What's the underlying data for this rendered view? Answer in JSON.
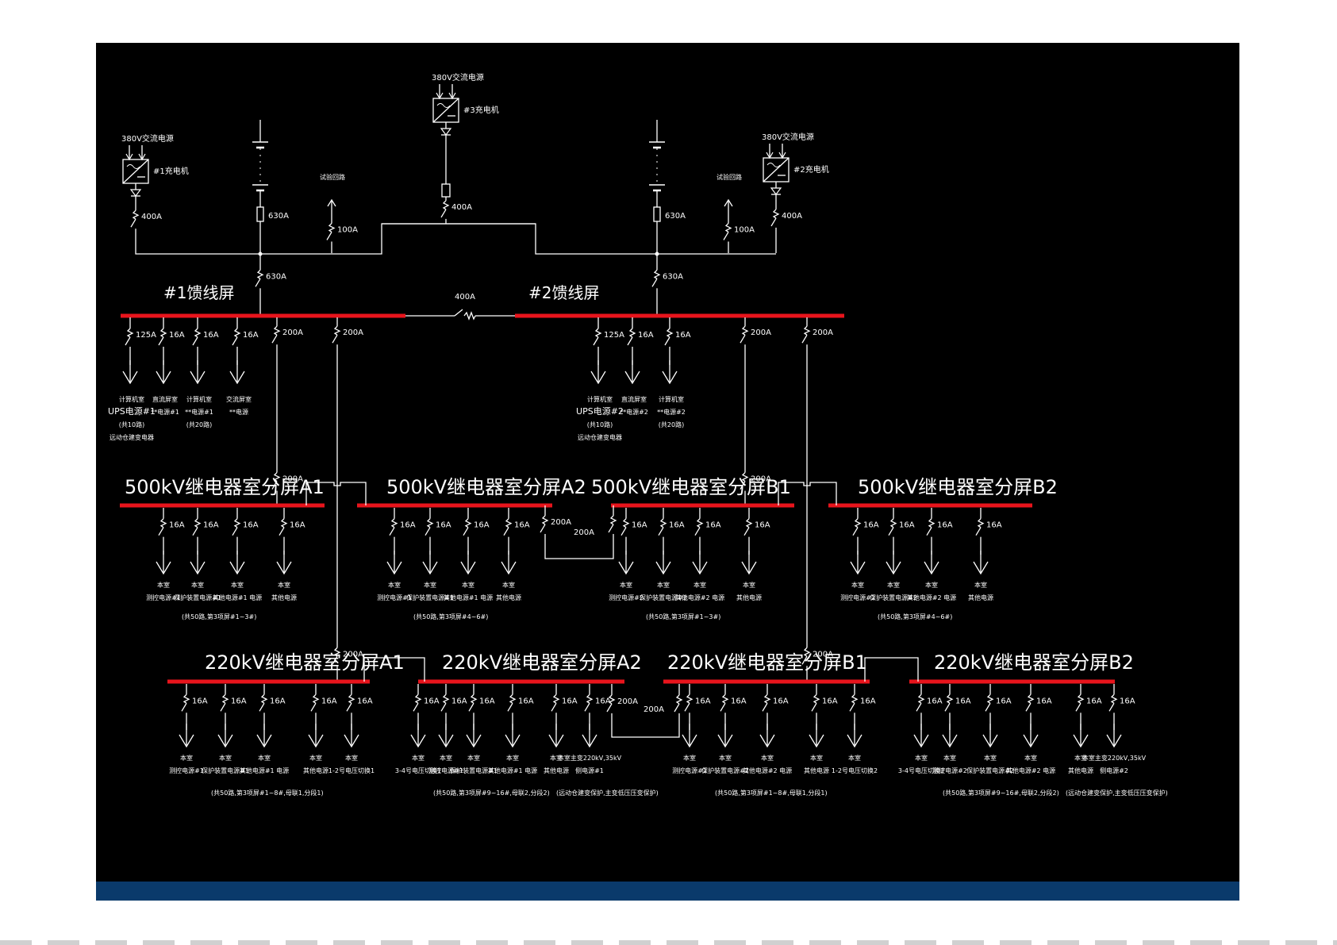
{
  "colors": {
    "background": "#000000",
    "line": "#ffffff",
    "bus": "#e8141c",
    "footer": "#0a3a6b"
  },
  "sources": {
    "chargers": [
      {
        "id": "c1",
        "ac_input": "380V交流电源",
        "label": "#1充电机",
        "breaker": "400A"
      },
      {
        "id": "c3",
        "ac_input": "380V交流电源",
        "label": "#3充电机",
        "breaker": "400A"
      },
      {
        "id": "c2",
        "ac_input": "380V交流电源",
        "label": "#2充电机",
        "breaker": "400A"
      }
    ],
    "batteries": [
      {
        "id": "b1",
        "fuse": "630A"
      },
      {
        "id": "b2",
        "fuse": "630A"
      }
    ],
    "test_circuits": [
      {
        "id": "t1",
        "label": "试验回路",
        "breaker": "100A"
      },
      {
        "id": "t2",
        "label": "试验回路",
        "breaker": "100A"
      }
    ],
    "incoming_breakers": [
      "630A",
      "630A"
    ]
  },
  "feeder_screens": {
    "s1": {
      "title": "#1馈线屏"
    },
    "s2": {
      "title": "#2馈线屏"
    },
    "tie_breaker": "400A"
  },
  "feeder1_branches": [
    {
      "breaker": "125A",
      "lines": [
        "计算机室",
        "UPS电源#1",
        "(共10路)",
        "远动仓建变电器"
      ]
    },
    {
      "breaker": "16A",
      "lines": [
        "直流屏室",
        "**电源#1"
      ]
    },
    {
      "breaker": "16A",
      "lines": [
        "计算机室",
        "**电源#1",
        "(共20路)"
      ]
    },
    {
      "breaker": "16A",
      "lines": [
        "交流屏室",
        "**电源"
      ]
    },
    {
      "breaker": "200A",
      "lines": []
    },
    {
      "breaker": "200A",
      "lines": []
    }
  ],
  "feeder2_branches": [
    {
      "breaker": "125A",
      "lines": [
        "计算机室",
        "UPS电源#2",
        "(共10路)",
        "远动仓建变电器"
      ]
    },
    {
      "breaker": "16A",
      "lines": [
        "直流屏室",
        "**电源#2"
      ]
    },
    {
      "breaker": "16A",
      "lines": [
        "计算机室",
        "**电源#2",
        "(共20路)"
      ]
    },
    {
      "breaker": "200A",
      "lines": []
    },
    {
      "breaker": "200A",
      "lines": []
    }
  ],
  "bus500": {
    "a1": {
      "title": "500kV继电器室分屏A1",
      "incoming": "200A",
      "branches": [
        {
          "breaker": "16A",
          "lines": [
            "本室",
            "测控电源#1"
          ]
        },
        {
          "breaker": "16A",
          "lines": [
            "本室",
            "保护装置电源#1"
          ]
        },
        {
          "breaker": "16A",
          "lines": [
            "本室",
            "其他电源#1 电源"
          ]
        },
        {
          "breaker": "16A",
          "lines": [
            "本室",
            "其他电源"
          ]
        }
      ],
      "note": "(共50路,第3项屏#1~3#)"
    },
    "a2": {
      "title": "500kV继电器室分屏A2",
      "branches": [
        {
          "breaker": "16A",
          "lines": [
            "本室",
            "测控电源#1"
          ]
        },
        {
          "breaker": "16A",
          "lines": [
            "本室",
            "保护装置电源#1"
          ]
        },
        {
          "breaker": "16A",
          "lines": [
            "本室",
            "其他电源#1 电源"
          ]
        },
        {
          "breaker": "16A",
          "lines": [
            "本室",
            "其他电源"
          ]
        }
      ],
      "note": "(共50路,第3项屏#4~6#)"
    },
    "b1": {
      "title": "500kV继电器室分屏B1",
      "incoming": "200A",
      "branches": [
        {
          "breaker": "16A",
          "lines": [
            "本室",
            "测控电源#2"
          ]
        },
        {
          "breaker": "16A",
          "lines": [
            "本室",
            "保护装置电源#2"
          ]
        },
        {
          "breaker": "16A",
          "lines": [
            "本室",
            "其他电源#2 电源"
          ]
        },
        {
          "breaker": "16A",
          "lines": [
            "本室",
            "其他电源"
          ]
        }
      ],
      "note": "(共50路,第3项屏#1~3#)"
    },
    "b2": {
      "title": "500kV继电器室分屏B2",
      "branches": [
        {
          "breaker": "16A",
          "lines": [
            "本室",
            "测控电源#2"
          ]
        },
        {
          "breaker": "16A",
          "lines": [
            "本室",
            "保护装置电源#2"
          ]
        },
        {
          "breaker": "16A",
          "lines": [
            "本室",
            "其他电源#2 电源"
          ]
        },
        {
          "breaker": "16A",
          "lines": [
            "本室",
            "其他电源"
          ]
        }
      ],
      "note": "(共50路,第3项屏#4~6#)"
    },
    "link_breakers": [
      "200A",
      "200A"
    ]
  },
  "bus220": {
    "a1": {
      "title": "220kV继电器室分屏A1",
      "incoming": "200A",
      "branches": [
        {
          "breaker": "16A",
          "lines": [
            "本室",
            "测控电源#1"
          ]
        },
        {
          "breaker": "16A",
          "lines": [
            "本室",
            "保护装置电源#1"
          ]
        },
        {
          "breaker": "16A",
          "lines": [
            "本室",
            "其他电源#1 电源"
          ]
        },
        {
          "breaker": "16A",
          "lines": [
            "本室",
            "其他电源"
          ]
        },
        {
          "breaker": "16A",
          "lines": [
            "本室",
            "1-2号电压切换1"
          ]
        }
      ],
      "note": "(共50路,第3项屏#1~8#,母联1,分段1)"
    },
    "a2": {
      "title": "220kV继电器室分屏A2",
      "branches": [
        {
          "breaker": "16A",
          "lines": [
            "本室",
            "3-4号电压切换1"
          ]
        },
        {
          "breaker": "16A",
          "lines": [
            "本室",
            "测控电源#1"
          ]
        },
        {
          "breaker": "16A",
          "lines": [
            "本室",
            "保护装置电源#1"
          ]
        },
        {
          "breaker": "16A",
          "lines": [
            "本室",
            "其他电源#1 电源"
          ]
        },
        {
          "breaker": "16A",
          "lines": [
            "本室",
            "其他电源"
          ]
        },
        {
          "breaker": "16A",
          "lines": [
            "本室主变220kV,35kV",
            "侧电源#1"
          ]
        }
      ],
      "note": "(共50路,第3项屏#9~16#,母联2,分段2)",
      "note2": "(远动仓建变保护,主变低压压变保护)"
    },
    "b1": {
      "title": "220kV继电器室分屏B1",
      "incoming": "200A",
      "branches": [
        {
          "breaker": "16A",
          "lines": [
            "本室",
            "测控电源#2"
          ]
        },
        {
          "breaker": "16A",
          "lines": [
            "本室",
            "保护装置电源#2"
          ]
        },
        {
          "breaker": "16A",
          "lines": [
            "本室",
            "其他电源#2 电源"
          ]
        },
        {
          "breaker": "16A",
          "lines": [
            "本室",
            "其他电源"
          ]
        },
        {
          "breaker": "16A",
          "lines": [
            "本室",
            "1-2号电压切换2"
          ]
        }
      ],
      "note": "(共50路,第3项屏#1~8#,母联1,分段1)"
    },
    "b2": {
      "title": "220kV继电器室分屏B2",
      "branches": [
        {
          "breaker": "16A",
          "lines": [
            "本室",
            "3-4号电压切换2"
          ]
        },
        {
          "breaker": "16A",
          "lines": [
            "本室",
            "测控电源#2"
          ]
        },
        {
          "breaker": "16A",
          "lines": [
            "本室",
            "保护装置电源#2"
          ]
        },
        {
          "breaker": "16A",
          "lines": [
            "本室",
            "其他电源#2 电源"
          ]
        },
        {
          "breaker": "16A",
          "lines": [
            "本室",
            "其他电源"
          ]
        },
        {
          "breaker": "16A",
          "lines": [
            "本室主变220kV,35kV",
            "侧电源#2"
          ]
        }
      ],
      "note": "(共50路,第3项屏#9~16#,母联2,分段2)",
      "note2": "(远动仓建变保护,主变低压压变保护)"
    },
    "link_breakers": [
      "200A",
      "200A"
    ]
  }
}
